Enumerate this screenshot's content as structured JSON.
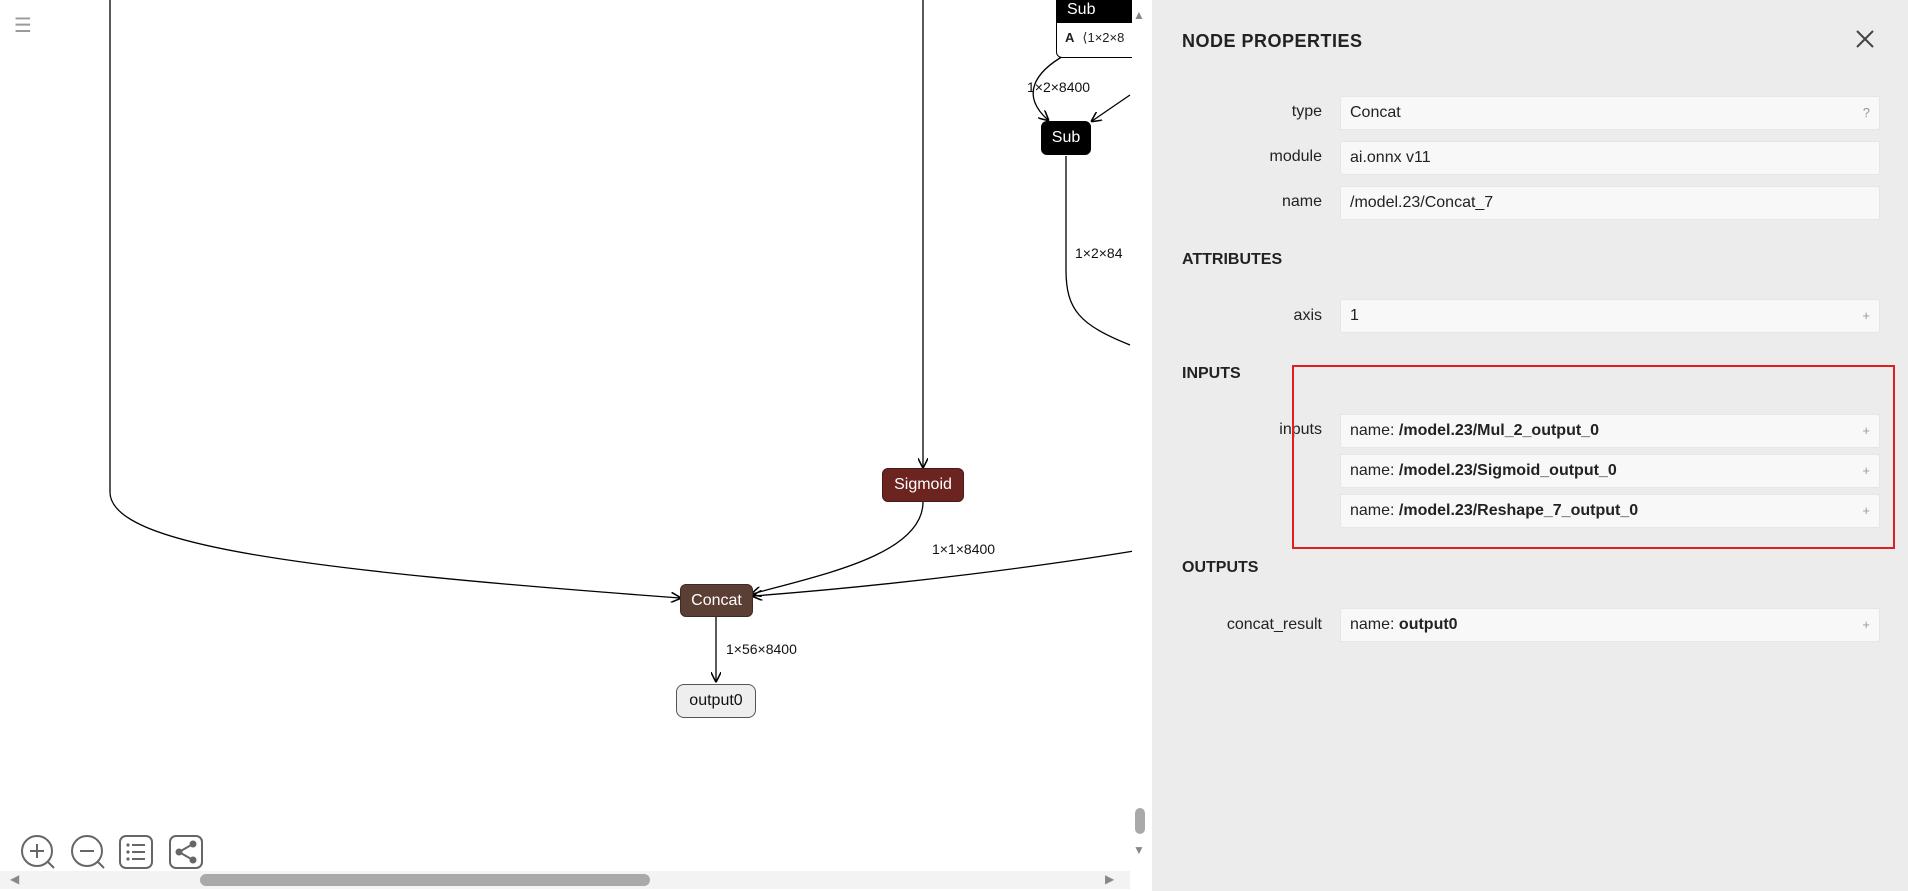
{
  "graph": {
    "menu_icon": "hamburger-menu-icon",
    "nodes": {
      "sub_top": {
        "title": "Sub",
        "row_label": "A",
        "row_value": "⟨1×2×8"
      },
      "sub": "Sub",
      "sigmoid": "Sigmoid",
      "concat": "Concat",
      "output": "output0"
    },
    "edge_labels": {
      "sub_in": "1×2×8400",
      "sub_out": "1×2×84",
      "sigmoid_out": "1×1×8400",
      "concat_out": "1×56×8400"
    },
    "toolbar": [
      "zoom-in-icon",
      "zoom-out-icon",
      "list-icon",
      "share-icon"
    ]
  },
  "panel": {
    "title": "NODE PROPERTIES",
    "properties": [
      {
        "label": "type",
        "value": "Concat",
        "action": "?"
      },
      {
        "label": "module",
        "value": "ai.onnx v11"
      },
      {
        "label": "name",
        "value": "/model.23/Concat_7"
      }
    ],
    "attributes_title": "ATTRIBUTES",
    "attributes": [
      {
        "label": "axis",
        "value": "1",
        "action": "+"
      }
    ],
    "inputs_title": "INPUTS",
    "inputs_label": "inputs",
    "inputs": [
      {
        "prefix": "name: ",
        "value": "/model.23/Mul_2_output_0",
        "action": "+"
      },
      {
        "prefix": "name: ",
        "value": "/model.23/Sigmoid_output_0",
        "action": "+"
      },
      {
        "prefix": "name: ",
        "value": "/model.23/Reshape_7_output_0",
        "action": "+"
      }
    ],
    "outputs_title": "OUTPUTS",
    "outputs": [
      {
        "label": "concat_result",
        "prefix": "name: ",
        "value": "output0",
        "action": "+"
      }
    ],
    "highlight_color": "#e02020"
  }
}
